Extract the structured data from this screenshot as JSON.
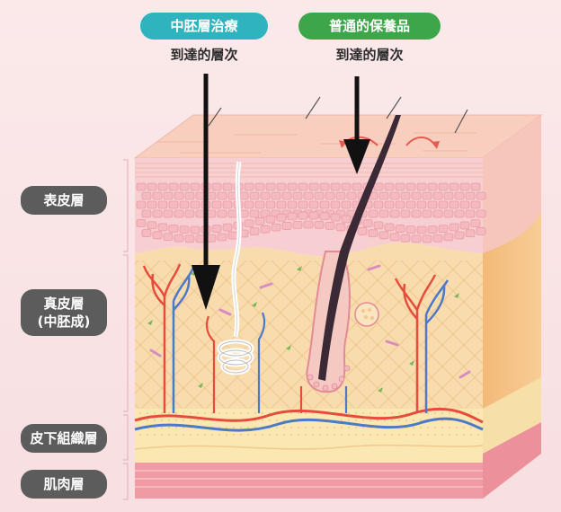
{
  "header": {
    "mesoderm": {
      "label": "中胚層治療",
      "caption": "到達的層次",
      "color": "#2fb3bf"
    },
    "normal": {
      "label": "普通的保養品",
      "caption": "到達的層次",
      "color": "#3ea64a"
    }
  },
  "layers": [
    {
      "id": "epidermis",
      "lines": [
        "表皮層"
      ]
    },
    {
      "id": "dermis",
      "lines": [
        "真皮層",
        "(中胚成)"
      ]
    },
    {
      "id": "subcutaneous",
      "lines": [
        "皮下組織層"
      ]
    },
    {
      "id": "muscle",
      "lines": [
        "肌肉層"
      ]
    }
  ],
  "colors": {
    "epidermis": "#f7cfcf",
    "dermis": "#f8dcae",
    "subcutaneous": "#fbe7b2",
    "muscle": "#ef9aa5",
    "artery": "#e64c3c",
    "vein": "#4d79c9",
    "label_bg": "#5c5c5c"
  }
}
